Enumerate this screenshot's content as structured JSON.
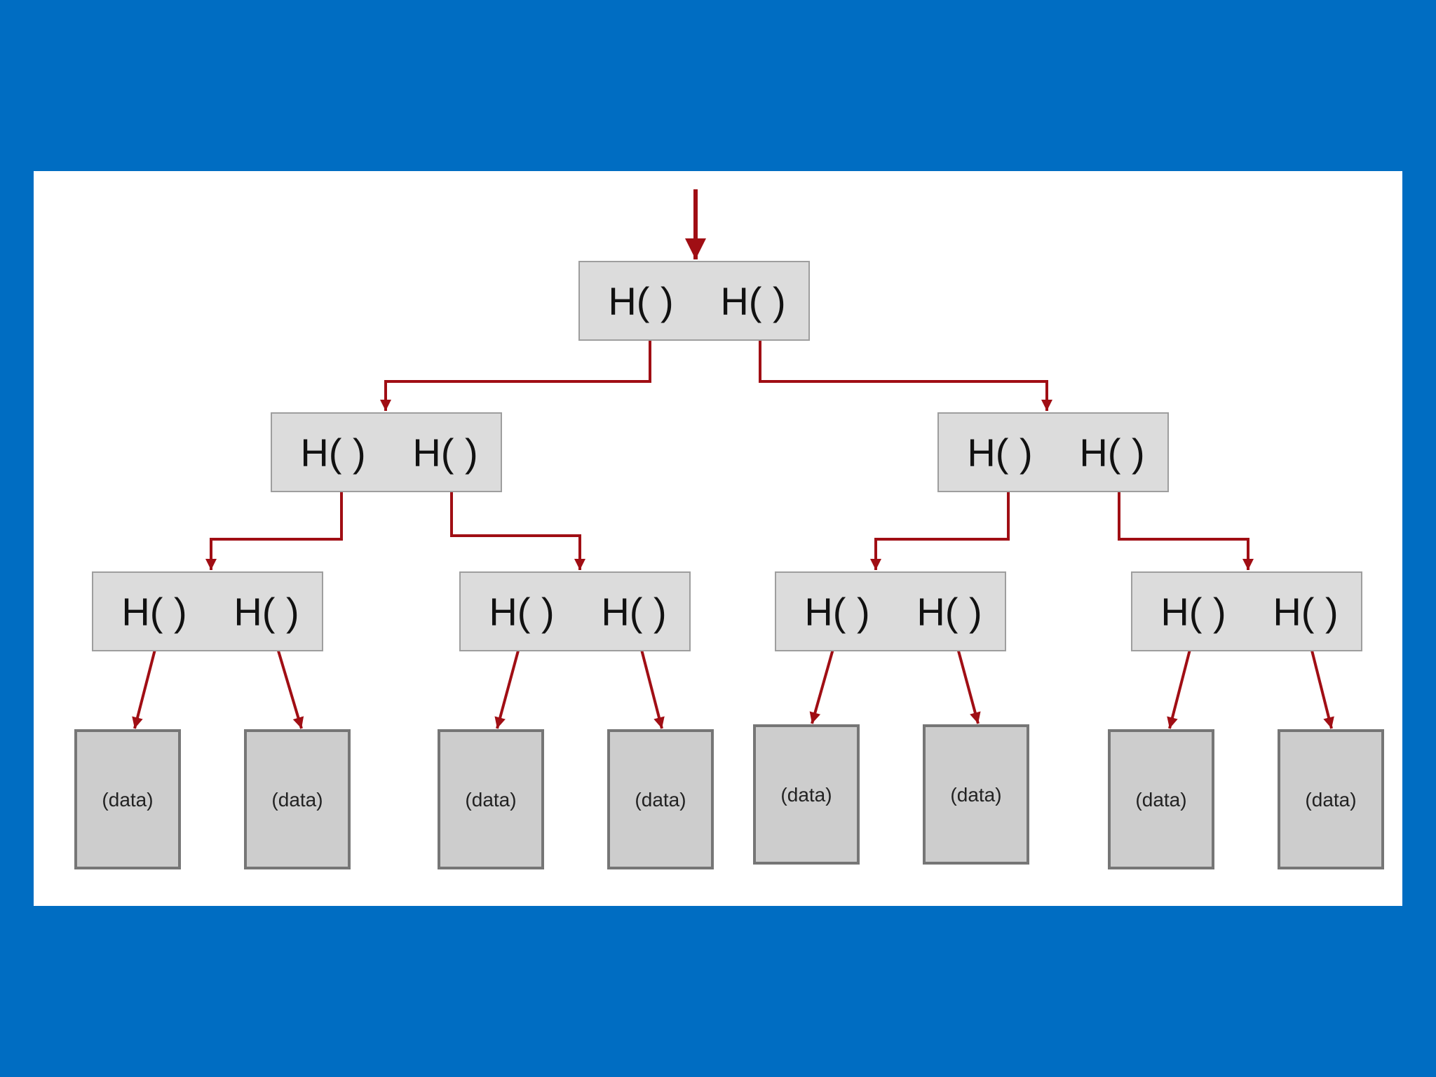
{
  "diagram": {
    "type": "hash-tree",
    "colors": {
      "background": "#006DC2",
      "panel": "#FFFFFF",
      "arrow": "#A00E14",
      "hash_box": "#DCDCDC",
      "data_box": "#CDCDCD"
    },
    "hash_label": "H(  )",
    "data_label": "(data)",
    "hash_nodes": [
      {
        "id": "root",
        "left": "H(  )",
        "right": "H(  )"
      },
      {
        "id": "l1-left",
        "left": "H(  )",
        "right": "H(  )"
      },
      {
        "id": "l1-right",
        "left": "H(  )",
        "right": "H(  )"
      },
      {
        "id": "l2-1",
        "left": "H(  )",
        "right": "H(  )"
      },
      {
        "id": "l2-2",
        "left": "H(  )",
        "right": "H(  )"
      },
      {
        "id": "l2-3",
        "left": "H(  )",
        "right": "H(  )"
      },
      {
        "id": "l2-4",
        "left": "H(  )",
        "right": "H(  )"
      }
    ],
    "data_blocks": [
      "(data)",
      "(data)",
      "(data)",
      "(data)",
      "(data)",
      "(data)",
      "(data)",
      "(data)"
    ]
  }
}
